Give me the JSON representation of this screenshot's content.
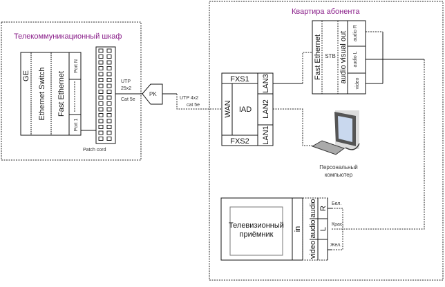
{
  "cabinet": {
    "title": "Телекоммуникационный шкаф",
    "ge": "GE",
    "switch": "Ethernet Switch",
    "fast_ethernet": "Fast Ethernet",
    "port_n": "Port N",
    "port_1": "Port 1",
    "patch_label": "Patch cord",
    "cable_1": "UTP",
    "cable_2": "25x2",
    "cable_3": "Cat 5e",
    "pk": "PK"
  },
  "drop_cable": {
    "line1": "UTP 4x2",
    "line2": "cat 5e"
  },
  "apartment": {
    "title": "Квартира абонента"
  },
  "iad": {
    "label": "IAD",
    "fxs1": "FXS1",
    "fxs2": "FXS2",
    "wan": "WAN",
    "lan1": "LAN1",
    "lan2": "LAN2",
    "lan3": "LAN3"
  },
  "stb": {
    "fast_ethernet": "Fast Ethernet",
    "label": "STB",
    "av_out": "audio visual out",
    "audio_r": "audio R",
    "audio_l": "audio L",
    "video": "video"
  },
  "pc": {
    "line1": "Персональный",
    "line2": "компьютер"
  },
  "tv": {
    "screen_line1": "Телевизионный",
    "screen_line2": "приёмник",
    "in": "in",
    "video": "video",
    "audio": "audio",
    "audio2": "audio",
    "r": "R",
    "l": "L",
    "white": "Бел.",
    "red": "Крас.",
    "yellow": "Жел."
  }
}
